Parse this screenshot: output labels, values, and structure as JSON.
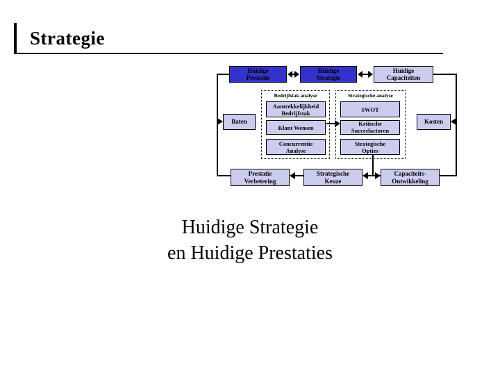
{
  "slide": {
    "title": "Strategie",
    "caption": {
      "line1": "Huidige Strategie",
      "line2": "en Huidige Prestaties"
    }
  },
  "colors": {
    "dark_box_fill": "#3333cc",
    "light_box_fill": "#ccccee",
    "line": "#000000",
    "background": "#ffffff"
  },
  "diagram": {
    "groups": {
      "bedrijfstak": {
        "label": "Bedrijfstak analyse"
      },
      "strategisch": {
        "label": "Strategische analyse"
      }
    },
    "boxes": {
      "huidige_prestatie": {
        "line1": "Huidige",
        "line2": "Prestatie"
      },
      "huidige_strategie": {
        "line1": "Huidige",
        "line2": "Strategie"
      },
      "huidige_capaciteiten": {
        "line1": "Huidige",
        "line2": "Capaciteiten"
      },
      "aantrekkelijkheid": {
        "line1": "Aantrekkelijkheid",
        "line2": "Bedrijfstak"
      },
      "klant_wensen": {
        "line1": "Klant Wensen"
      },
      "concurrentie": {
        "line1": "Concurrentie",
        "line2": "Analyse"
      },
      "swot": {
        "line1": "SWOT"
      },
      "kritische": {
        "line1": "Kritische",
        "line2": "Succesfactoren"
      },
      "opties": {
        "line1": "Strategische",
        "line2": "Opties"
      },
      "baten": {
        "line1": "Baten"
      },
      "kosten": {
        "line1": "Kosten"
      },
      "prestatie_verbetering": {
        "line1": "Prestatie",
        "line2": "Verbetering"
      },
      "strategische_keuze": {
        "line1": "Strategische",
        "line2": "Keuze"
      },
      "capaciteits_ontwikkeling": {
        "line1": "Capaciteits-",
        "line2": "Ontwikkeling"
      }
    }
  }
}
